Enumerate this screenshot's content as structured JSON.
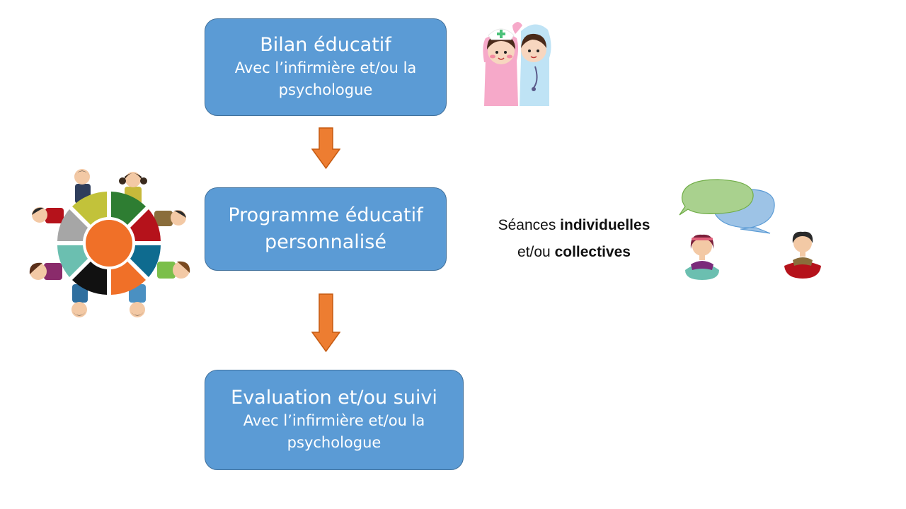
{
  "steps": [
    {
      "title": "Bilan éducatif",
      "subtitle_line1": "Avec l’infirmière et/ou la",
      "subtitle_line2": "psychologue"
    },
    {
      "title_line1": "Programme éducatif",
      "title_line2": "personnalisé"
    },
    {
      "title": "Evaluation et/ou suivi",
      "subtitle_line1": "Avec l’infirmière et/ou la",
      "subtitle_line2": "psychologue"
    }
  ],
  "sessions": {
    "prefix": "Séances ",
    "individual": "individuelles",
    "connector": "et/ou ",
    "collective": "collectives"
  },
  "colors": {
    "box_fill": "#5b9bd5",
    "box_border": "#41719c",
    "arrow": "#ed7d31",
    "wheel_center": "#f07028"
  },
  "illustrations": {
    "top_right": "two-nurses-illustration",
    "left": "round-table-group-illustration",
    "right": "conversation-illustration"
  }
}
